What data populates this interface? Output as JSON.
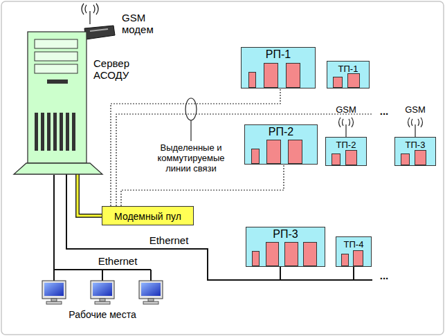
{
  "diagram": {
    "nodes": [
      {
        "text": [
          "GSM модем"
        ]
      },
      {
        "text": [
          "Сервер АСОДУ"
        ]
      },
      {
        "text": [
          "РП-1"
        ]
      },
      {
        "text": [
          "ТП-1"
        ]
      },
      {
        "text": [
          "РП-2"
        ]
      },
      {
        "text": [
          "ТП-2"
        ]
      },
      {
        "text": [
          "ТП-3"
        ]
      },
      {
        "text": [
          "Модемный пул"
        ]
      },
      {
        "text": [
          "РП-3"
        ]
      },
      {
        "text": [
          "ТП-4"
        ]
      }
    ],
    "edges": [
      {
        "from": 1,
        "to": 7,
        "arrow": "none"
      },
      {
        "from": 7,
        "to": 2,
        "arrow": "none"
      },
      {
        "from": 7,
        "to": 4,
        "arrow": "none"
      },
      {
        "from": 1,
        "to": 8,
        "arrow": "none"
      },
      {
        "from": 1,
        "to": 9,
        "arrow": "none"
      }
    ],
    "labels": [
      "Выделенные и коммутируемые линии связи",
      "...",
      "GSM",
      "GSM",
      "Ethernet",
      "Ethernet",
      "...",
      "Рабочие места"
    ]
  }
}
